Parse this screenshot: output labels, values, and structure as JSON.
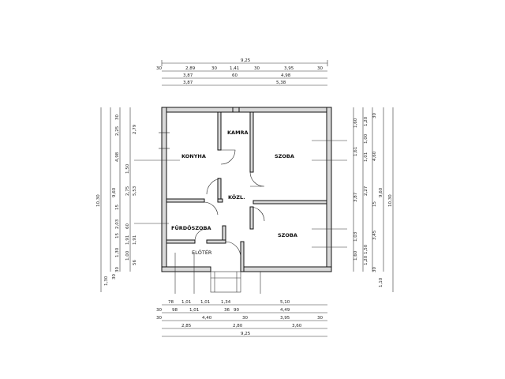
{
  "rooms": {
    "konyha": "KONYHA",
    "kamra": "KAMRA",
    "szoba_top": "SZOBA",
    "kozl": "KÖZL.",
    "furdoszoba": "FÜRDŐSZOBA",
    "szoba_bottom": "SZOBA",
    "eloter": "ELŐTÉR"
  },
  "dims_top": {
    "total": "9,25",
    "row2": [
      "30",
      "2,89",
      "30",
      "1,41",
      "30",
      "3,95",
      "30"
    ],
    "row3": [
      "3,87",
      "60",
      "4,98"
    ],
    "row4": [
      "3,87",
      "5,38"
    ]
  },
  "dims_bottom": {
    "row1": [
      "78",
      "1,01",
      "1,01",
      "1,34",
      "5,10"
    ],
    "row2": [
      "30",
      "98",
      "1,01",
      "36",
      "90",
      "4,49"
    ],
    "row3": [
      "30",
      "4,40",
      "30",
      "3,95",
      "30"
    ],
    "row4": [
      "2,85",
      "2,80",
      "3,60"
    ],
    "total": "9,25"
  },
  "dims_left": {
    "outer": [
      "10,30",
      "1,30"
    ],
    "col2": [
      "9,60",
      "30"
    ],
    "col3": [
      "30",
      "2,25",
      "4,98",
      "1,50",
      "2,75",
      "15",
      "2,03",
      "60",
      "15",
      "1,30",
      "1,00",
      "30"
    ],
    "col4": [
      "2,79",
      "5,53",
      "1,91",
      "1,91",
      "56"
    ]
  },
  "dims_right": {
    "col1": [
      "1,60",
      "1,61",
      "2,27",
      "1,01",
      "1,60",
      "1,50"
    ],
    "col2": [
      "1,20",
      "1,00",
      "3,87",
      "1,03",
      "1,20"
    ],
    "col3": [
      "30",
      "4,60",
      "15",
      "3,45",
      "30"
    ],
    "col4": [
      "9,60",
      "10,30",
      "1,10"
    ]
  }
}
